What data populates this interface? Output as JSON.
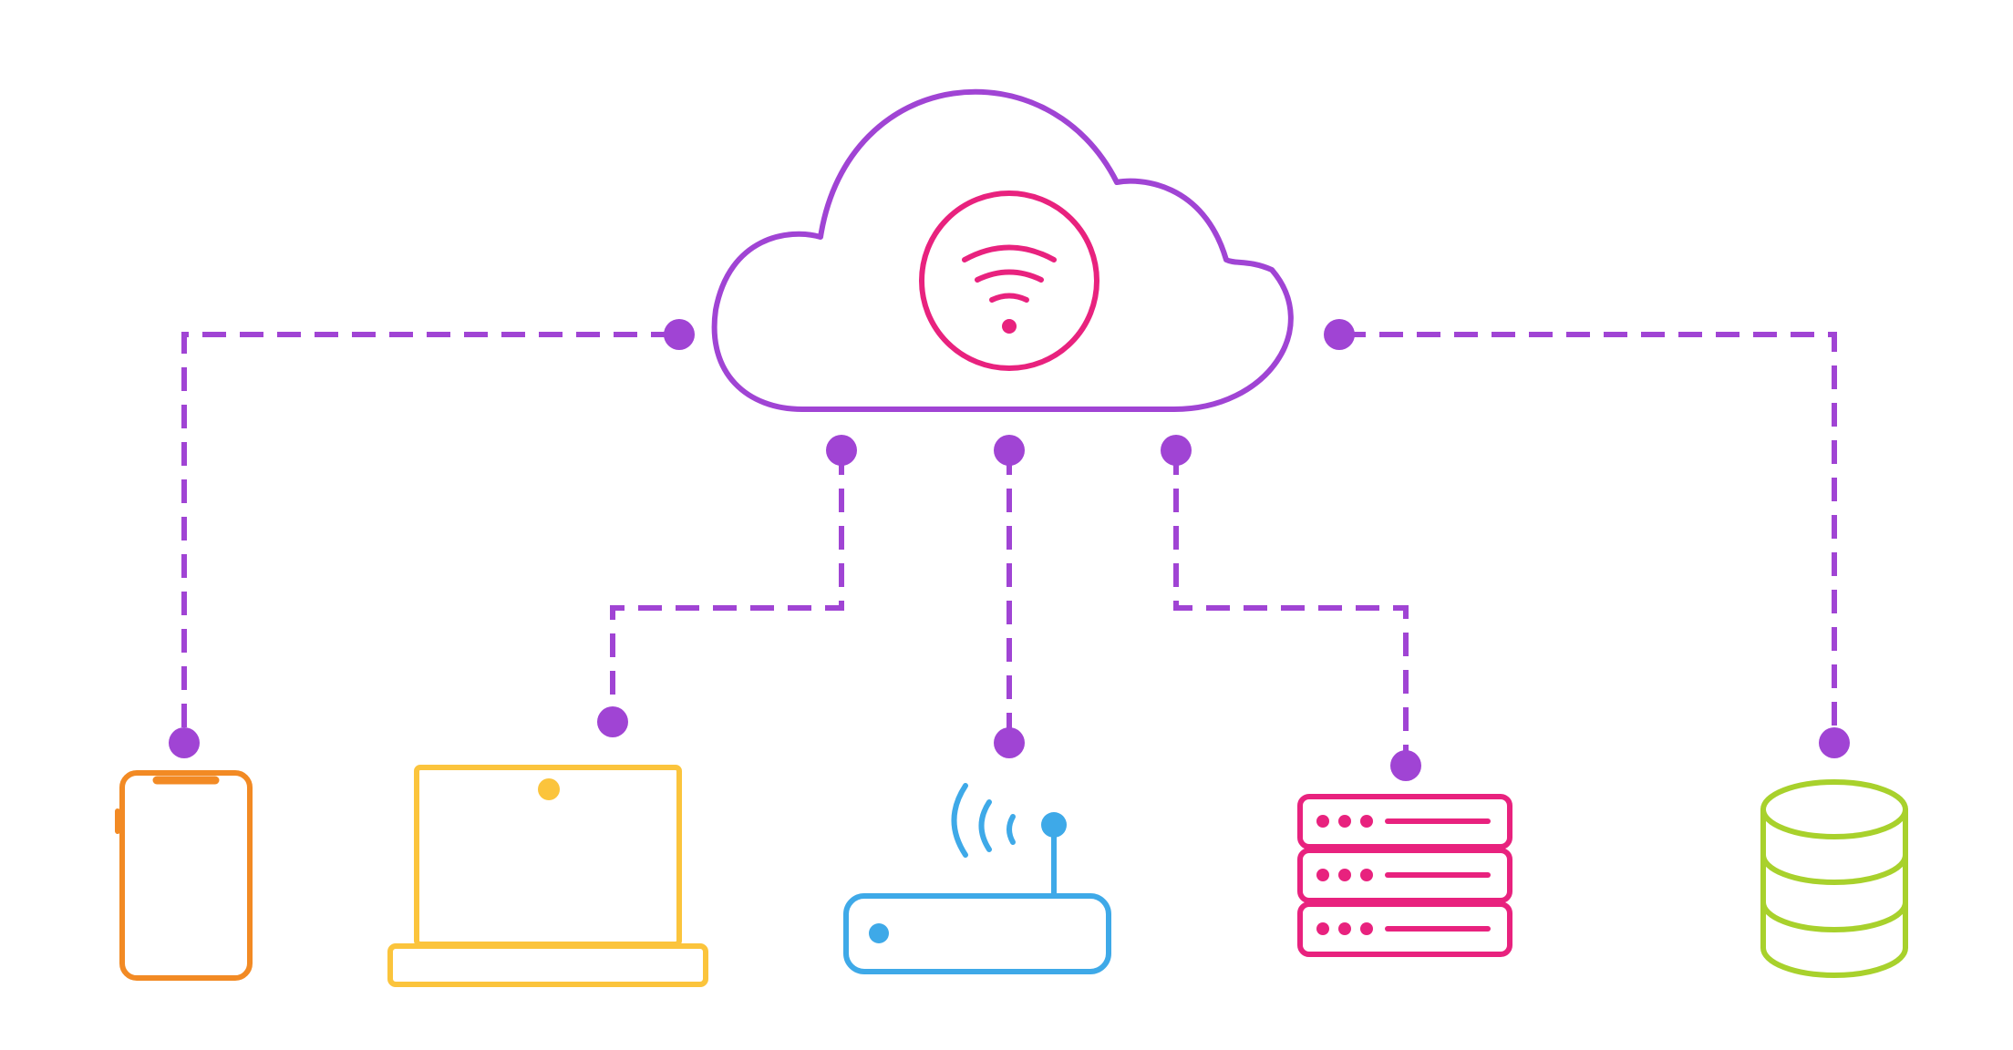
{
  "colors": {
    "background": "#ffffff",
    "cloud": "#a044d4",
    "connectors": "#a044d4",
    "wifi_badge": "#e8227e",
    "smartphone": "#f28a24",
    "laptop": "#fbc43c",
    "router": "#3ea9e8",
    "server": "#e8227e",
    "database": "#a8d12c"
  },
  "icons": {
    "cloud": "cloud-icon",
    "wifi": "wifi-icon",
    "smartphone": "smartphone-icon",
    "laptop": "laptop-icon",
    "router": "wifi-router-icon",
    "server": "server-rack-icon",
    "database": "database-icon"
  },
  "devices": [
    {
      "id": "smartphone",
      "icon": "smartphone-icon"
    },
    {
      "id": "laptop",
      "icon": "laptop-icon"
    },
    {
      "id": "router",
      "icon": "wifi-router-icon"
    },
    {
      "id": "server",
      "icon": "server-rack-icon"
    },
    {
      "id": "database",
      "icon": "database-icon"
    }
  ],
  "connections": [
    {
      "from": "cloud",
      "to": "smartphone"
    },
    {
      "from": "cloud",
      "to": "laptop"
    },
    {
      "from": "cloud",
      "to": "router"
    },
    {
      "from": "cloud",
      "to": "server"
    },
    {
      "from": "cloud",
      "to": "database"
    }
  ]
}
